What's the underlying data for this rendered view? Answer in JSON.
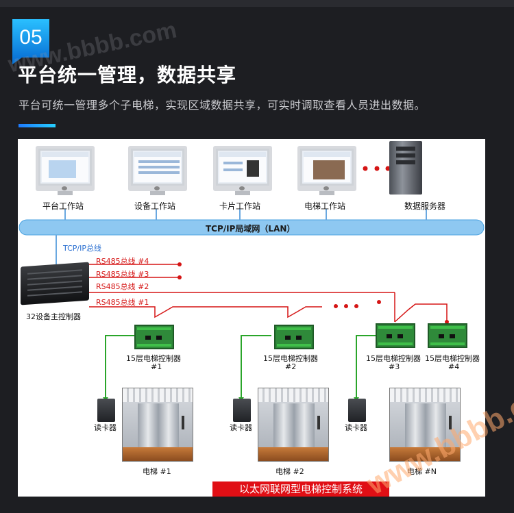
{
  "header": {
    "badge": "05",
    "title": "平台统一管理，数据共享",
    "subtitle": "平台可统一管理多个子电梯，实现区域数据共享，可实时调取查看人员进出数据。"
  },
  "watermark": {
    "top": "www.bbbb.com",
    "bottom": "www.bbbb.com"
  },
  "diagram": {
    "stations": [
      "平台工作站",
      "设备工作站",
      "卡片工作站",
      "电梯工作站",
      "数据服务器"
    ],
    "lan_label": "TCP/IP局域网（LAN）",
    "tcp_label": "TCP/IP总线",
    "rs485": [
      "RS485总线 #4",
      "RS485总线 #3",
      "RS485总线 #2",
      "RS485总线 #1"
    ],
    "main_controller": "32设备主控制器",
    "elevator_controllers": [
      {
        "name": "15层电梯控制器",
        "num": "#1"
      },
      {
        "name": "15层电梯控制器",
        "num": "#2"
      },
      {
        "name": "15层电梯控制器",
        "num": "#3"
      },
      {
        "name": "15层电梯控制器",
        "num": "#4"
      }
    ],
    "readers": [
      "读卡器",
      "读卡器",
      "读卡器"
    ],
    "elevators": [
      "电梯 #1",
      "电梯 #2",
      "电梯 #N"
    ],
    "banner": "以太网联网型电梯控制系统"
  },
  "colors": {
    "accent": "#1e8bff",
    "rs485": "#d51515",
    "tcp": "#2a6fd1",
    "green": "#2aa52a",
    "banner": "#e00f15"
  },
  "icons": [
    "monitor-icon",
    "server-icon",
    "controller-icon",
    "board-icon",
    "reader-icon",
    "elevator-icon"
  ]
}
